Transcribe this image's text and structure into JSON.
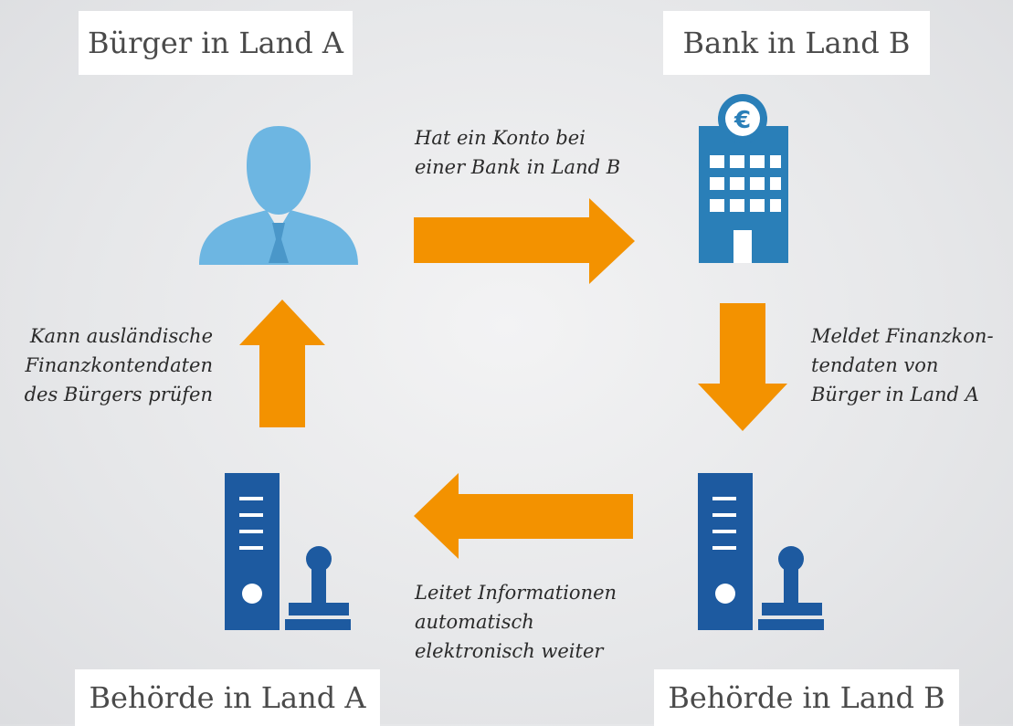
{
  "nodes": {
    "buerger_a": "Bürger in Land A",
    "bank_b": "Bank in Land B",
    "behoerde_a": "Behörde in Land A",
    "behoerde_b": "Behörde in Land B"
  },
  "captions": {
    "top": [
      "Hat ein Konto bei",
      "einer Bank in Land B"
    ],
    "right": [
      "Meldet Finanzkon-",
      "tendaten von",
      "Bürger in Land A"
    ],
    "bottom": [
      "Leitet Informationen",
      "automatisch",
      "elektronisch weiter"
    ],
    "left": [
      "Kann ausländische",
      "Finanzkontendaten",
      "des Bürgers prüfen"
    ]
  },
  "icons": {
    "person": "person-icon",
    "bank": "bank-building-euro-icon",
    "authority": "binder-stamp-icon"
  },
  "colors": {
    "arrow": "#f39200",
    "person": "#6db6e2",
    "bank": "#2a7fb8",
    "authority": "#1d5aa0",
    "text": "#2a2a2a"
  }
}
